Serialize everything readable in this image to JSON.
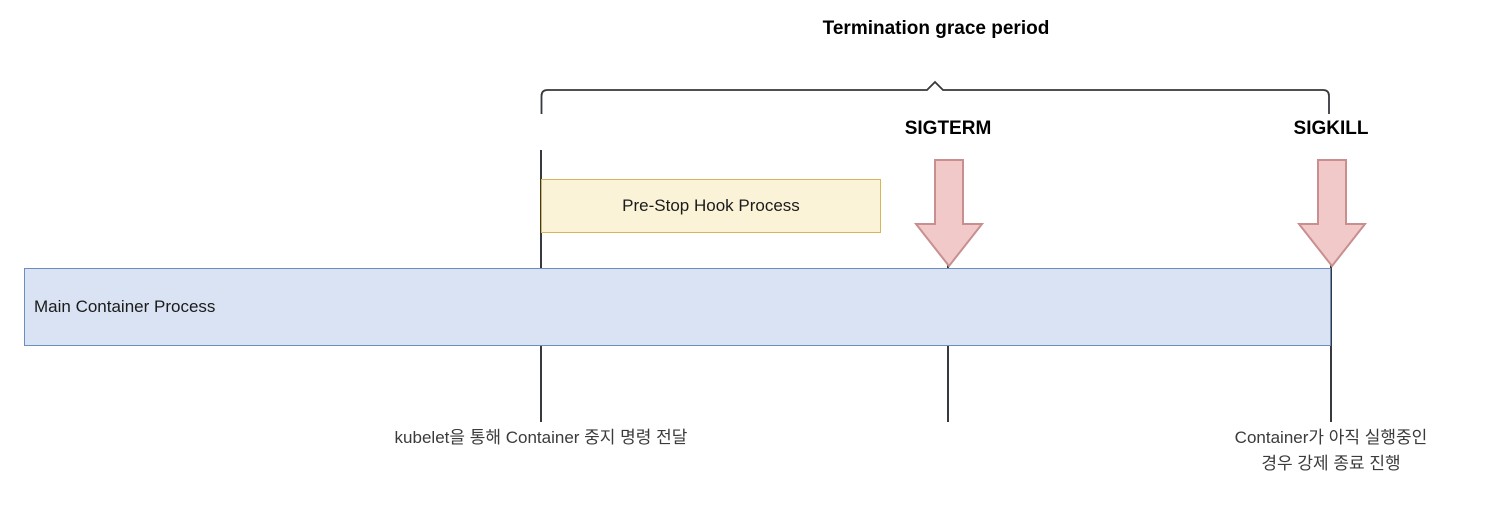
{
  "diagram": {
    "title": "Termination grace period",
    "colors": {
      "prestop_fill": "#faf3d8",
      "prestop_stroke": "#d6b656",
      "main_fill": "#dae3f3",
      "main_stroke": "#6c8ebf",
      "arrow_fill": "#f1c9c9",
      "arrow_stroke": "#c98f8f",
      "line": "#36393d",
      "text": "#000000",
      "caption_text": "#3b3b3b"
    },
    "signals": [
      {
        "name": "sigterm",
        "label": "SIGTERM",
        "icon": "down-arrow-icon"
      },
      {
        "name": "sigkill",
        "label": "SIGKILL",
        "icon": "down-arrow-icon"
      }
    ],
    "processes": [
      {
        "name": "prestop",
        "label": "Pre-Stop Hook Process"
      },
      {
        "name": "main",
        "label": "Main Container Process"
      }
    ],
    "captions": {
      "kubelet": "kubelet을 통해 Container 중지 명령 전달",
      "sigkill_line1": "Container가 아직 실행중인",
      "sigkill_line2": "경우 강제 종료 진행"
    }
  }
}
